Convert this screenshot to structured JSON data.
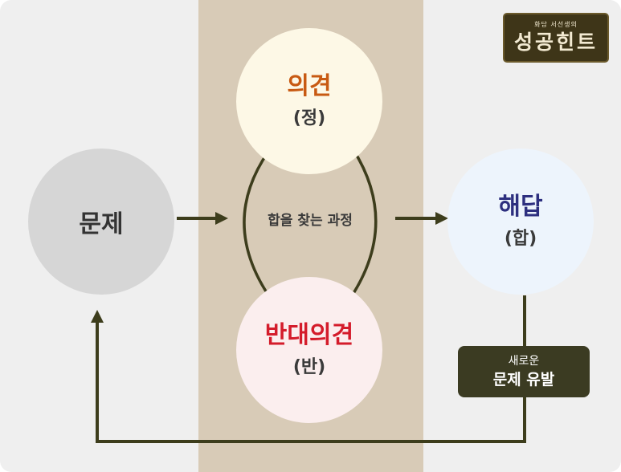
{
  "logo": {
    "subtitle": "화담 서선생의",
    "title": "성공힌트"
  },
  "nodes": {
    "problem": {
      "label": "문제"
    },
    "thesis": {
      "label": "의견",
      "sub": "(정)"
    },
    "antithesis": {
      "label": "반대의견",
      "sub": "(반)"
    },
    "synthesis": {
      "label": "해답",
      "sub": "(합)"
    }
  },
  "process_label": "합을 찾는 과정",
  "new_problem": {
    "line1": "새로운",
    "line2": "문제 유발"
  },
  "colors": {
    "arrow": "#3d3d1c",
    "thesis": "#c85a12",
    "antithesis": "#d41c2b",
    "synthesis": "#2d2f7f",
    "band": "#d8cbb7"
  }
}
